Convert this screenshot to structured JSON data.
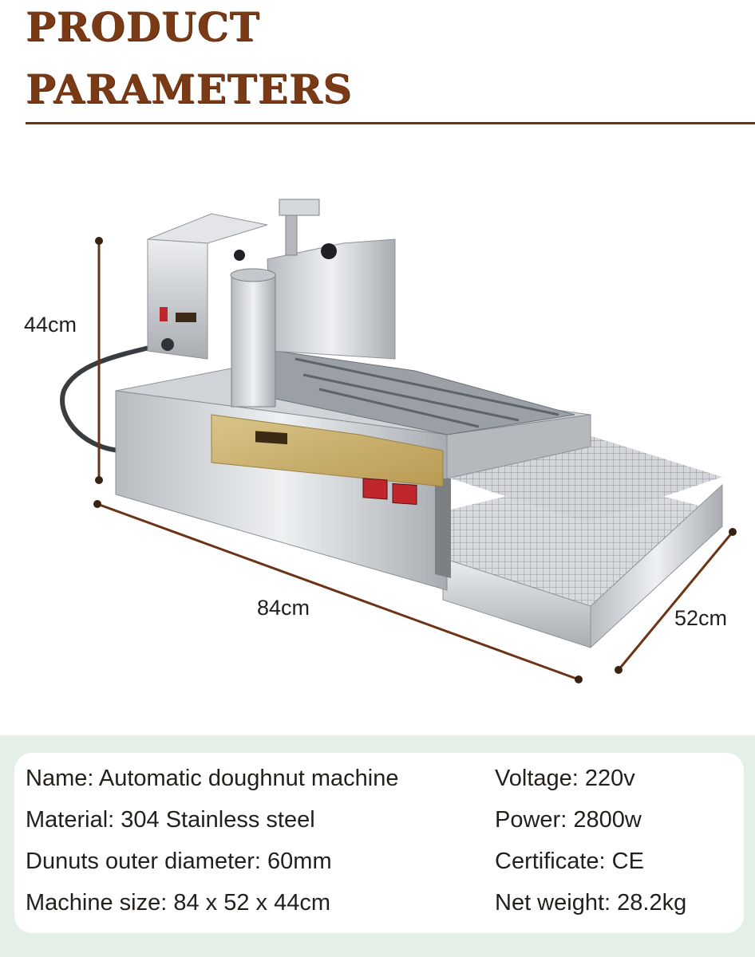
{
  "header": {
    "title_line1": "PRODUCT",
    "title_line2": "PARAMETERS"
  },
  "dimensions": {
    "height": "44cm",
    "length": "84cm",
    "width": "52cm"
  },
  "specs": {
    "left": [
      "Name: Automatic doughnut machine",
      "Material: 304 Stainless steel",
      "Dunuts outer diameter: 60mm",
      "Machine size: 84 x 52 x 44cm"
    ],
    "right": [
      "Voltage: 220v",
      "Power: 2800w",
      "Certificate: CE",
      "Net weight: 28.2kg"
    ]
  },
  "colors": {
    "title": "#7a3a16",
    "dimension_line": "#6b3416",
    "specs_background": "#e4efe8"
  }
}
